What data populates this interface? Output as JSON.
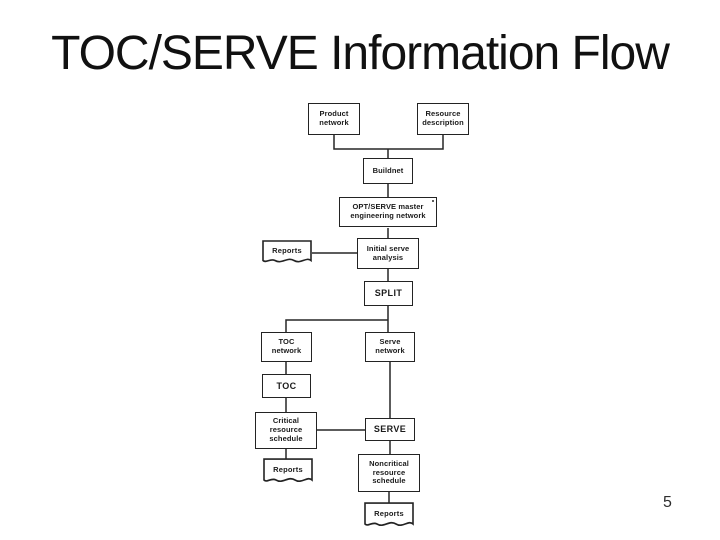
{
  "page": {
    "title": "TOC/SERVE Information Flow",
    "page_number": "5"
  },
  "flowchart": {
    "colors": {
      "ink": "#232323",
      "background": "#ffffff"
    },
    "nodes": {
      "product_network": {
        "label": "Product\nnetwork",
        "shape": "rect"
      },
      "resource_description": {
        "label": "Resource\ndescription",
        "shape": "rect"
      },
      "buildnet": {
        "label": "Buildnet",
        "shape": "rect"
      },
      "opt_serve_master": {
        "label": "OPT/SERVE master\nengineering network",
        "shape": "rect"
      },
      "reports_initial": {
        "label": "Reports",
        "shape": "document"
      },
      "initial_serve_analysis": {
        "label": "Initial serve\nanalysis",
        "shape": "rect"
      },
      "split": {
        "label": "SPLIT",
        "shape": "rect"
      },
      "toc_network": {
        "label": "TOC\nnetwork",
        "shape": "rect"
      },
      "serve_network": {
        "label": "Serve\nnetwork",
        "shape": "rect"
      },
      "toc": {
        "label": "TOC",
        "shape": "rect"
      },
      "critical_resource_schedule": {
        "label": "Critical\nresource\nschedule",
        "shape": "rect"
      },
      "serve": {
        "label": "SERVE",
        "shape": "rect"
      },
      "reports_critical": {
        "label": "Reports",
        "shape": "document"
      },
      "noncritical_resource_schedule": {
        "label": "Noncritical\nresource\nschedule",
        "shape": "rect"
      },
      "reports_noncritical": {
        "label": "Reports",
        "shape": "document"
      }
    },
    "edges": [
      {
        "from": "product_network",
        "to": "buildnet"
      },
      {
        "from": "resource_description",
        "to": "buildnet"
      },
      {
        "from": "buildnet",
        "to": "opt_serve_master"
      },
      {
        "from": "opt_serve_master",
        "to": "initial_serve_analysis"
      },
      {
        "from": "reports_initial",
        "to": "initial_serve_analysis"
      },
      {
        "from": "initial_serve_analysis",
        "to": "split"
      },
      {
        "from": "split",
        "to": "toc_network"
      },
      {
        "from": "split",
        "to": "serve_network"
      },
      {
        "from": "toc_network",
        "to": "toc"
      },
      {
        "from": "toc",
        "to": "critical_resource_schedule"
      },
      {
        "from": "critical_resource_schedule",
        "to": "serve"
      },
      {
        "from": "critical_resource_schedule",
        "to": "reports_critical"
      },
      {
        "from": "serve_network",
        "to": "serve"
      },
      {
        "from": "serve",
        "to": "noncritical_resource_schedule"
      },
      {
        "from": "noncritical_resource_schedule",
        "to": "reports_noncritical"
      }
    ]
  }
}
